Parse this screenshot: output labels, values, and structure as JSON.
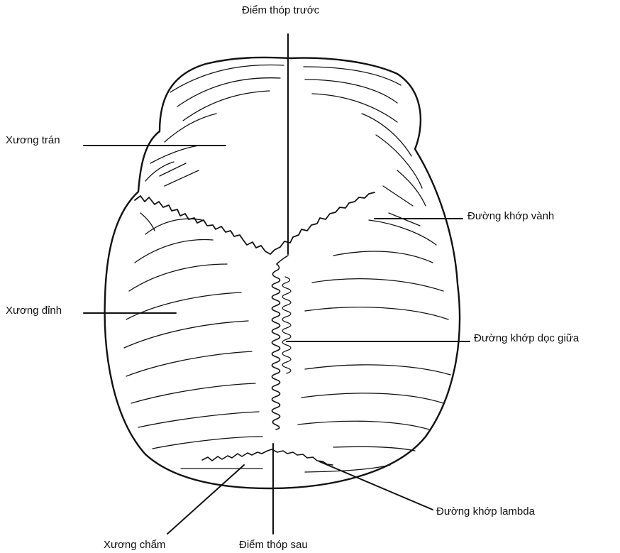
{
  "labels": {
    "anterior_fontanelle": "Điểm thóp trước",
    "frontal_bone": "Xương trán",
    "coronal_suture": "Đường khớp vành",
    "parietal_bone": "Xương đỉnh",
    "sagittal_suture": "Đường khớp dọc giữa",
    "lambdoid_suture": "Đường khớp lambda",
    "occipital_bone": "Xương chẩm",
    "posterior_fontanelle": "Điểm thóp sau"
  }
}
